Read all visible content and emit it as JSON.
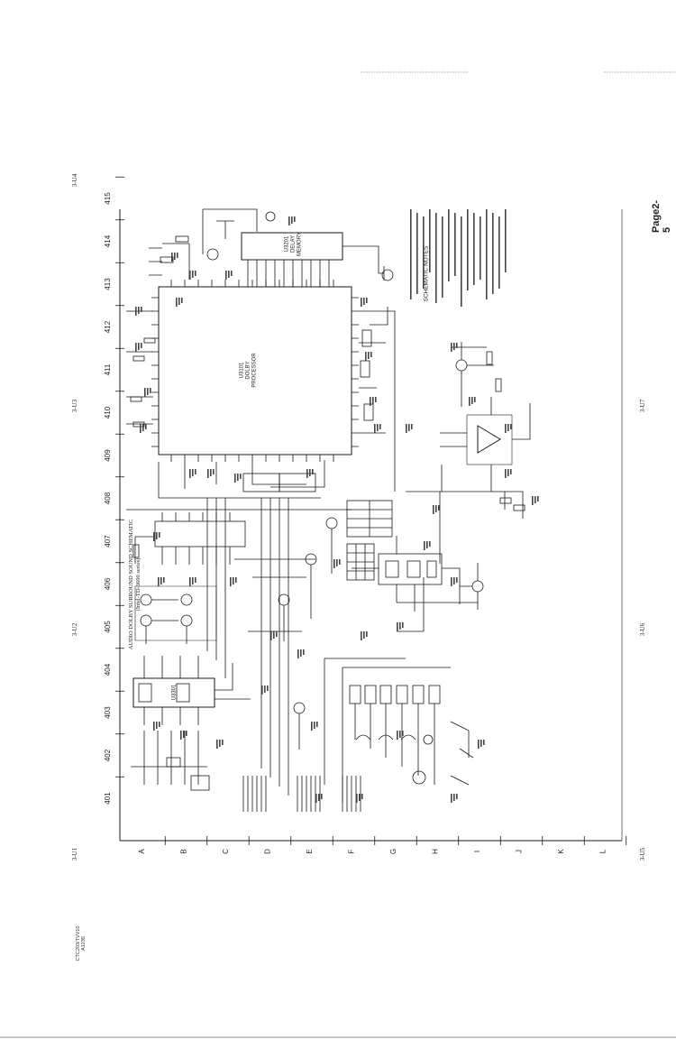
{
  "header": {
    "title_line1": "AUDIO DOLBY SURROUND SOUND SCHEMATIC",
    "title_line2": "(Intel-TD-3600 series)",
    "page_number": "Page2-5"
  },
  "page_refs": {
    "top_left": "3-U4",
    "top_mid": "3-U3",
    "upper_left": "3-U2",
    "lower_left": "3-U1",
    "mid_right": "3-U7",
    "lower_mid": "3-U6",
    "bottom_right": "3-U5"
  },
  "corner_note": {
    "line1": "CTC203/TVV10",
    "line2": "A1235"
  },
  "column_labels": [
    "401",
    "402",
    "403",
    "404",
    "405",
    "406",
    "407",
    "408",
    "409",
    "410",
    "411",
    "412",
    "413",
    "414",
    "415"
  ],
  "row_labels": [
    "A",
    "B",
    "C",
    "D",
    "E",
    "F",
    "G",
    "H",
    "I",
    "J",
    "K",
    "L"
  ],
  "chips": {
    "processor": {
      "ref": "U3101",
      "line2": "DOLBY",
      "line3": "PROCESSOR"
    },
    "delay": {
      "ref": "U3201",
      "line2": "DELAY",
      "line3": "MEMORY"
    },
    "u3301": {
      "ref": "U3301"
    }
  },
  "notes": {
    "title": "SCHEMATIC NOTES"
  },
  "colors": {
    "ink": "#1a1a1a",
    "paper": "#ffffff"
  }
}
